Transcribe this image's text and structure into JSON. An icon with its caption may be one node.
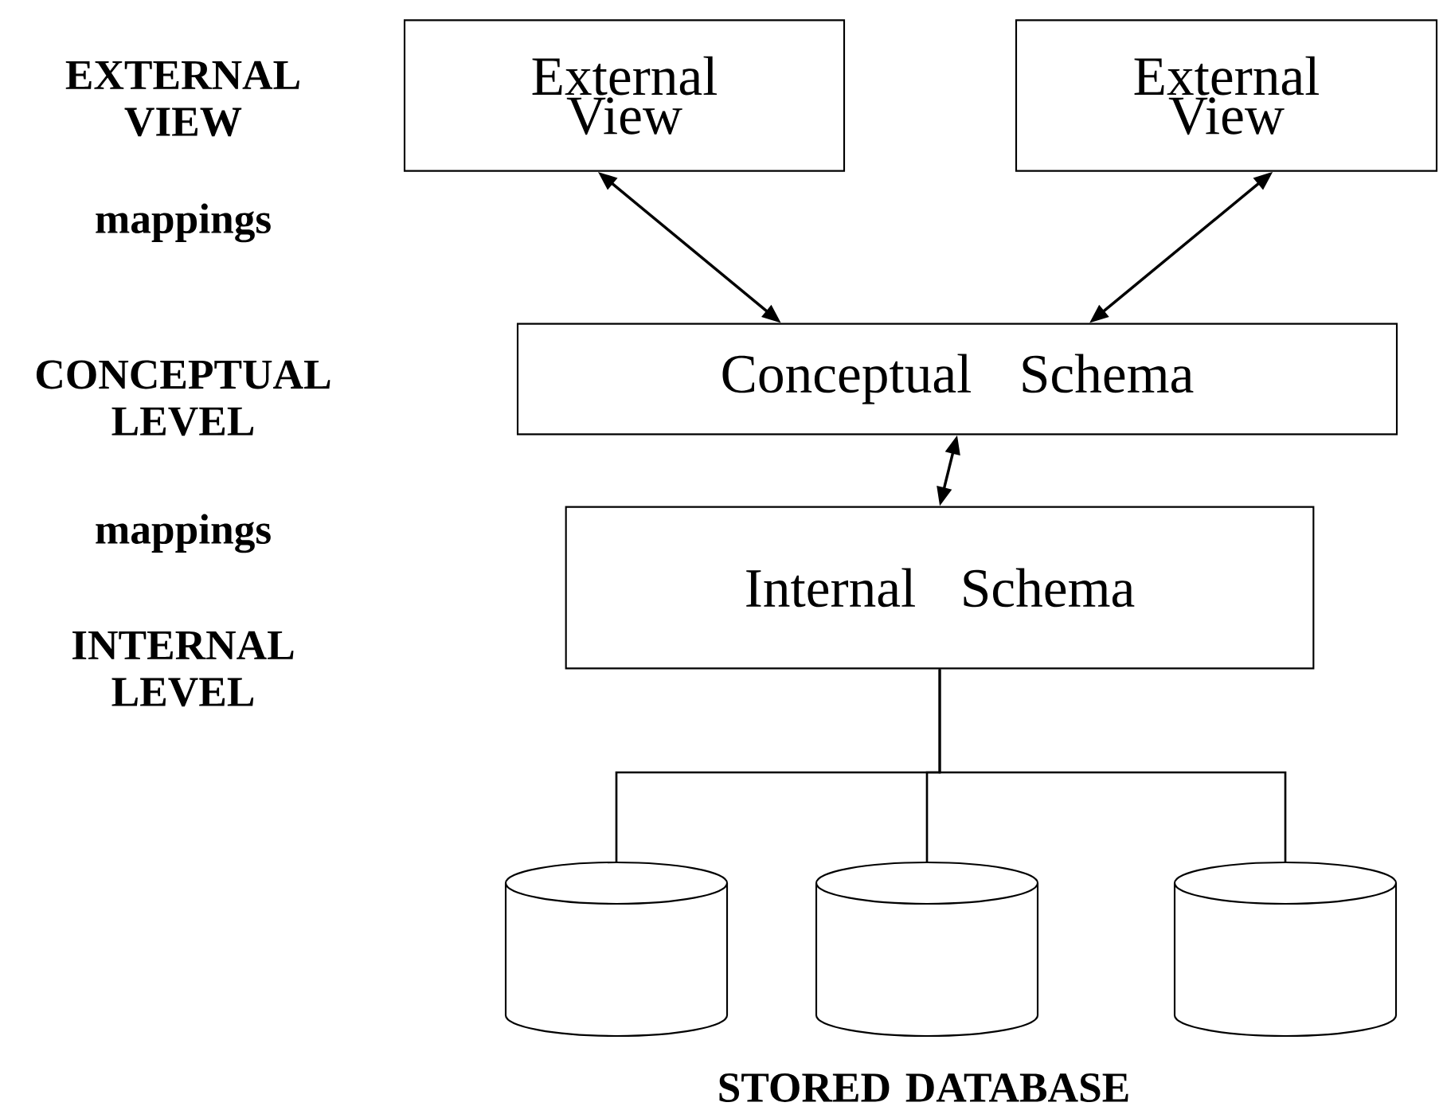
{
  "diagram": {
    "nodes": [
      {
        "text": [
          "External View"
        ]
      },
      {
        "text": [
          "External View"
        ]
      },
      {
        "text": [
          "Conceptual Schema"
        ]
      },
      {
        "text": [
          "Internal Schema"
        ]
      },
      {
        "text": [],
        "shape": "cylinder"
      },
      {
        "text": [],
        "shape": "cylinder"
      },
      {
        "text": [],
        "shape": "cylinder"
      }
    ],
    "edges": [
      {
        "from": 0,
        "to": 2,
        "arrow": "both"
      },
      {
        "from": 1,
        "to": 2,
        "arrow": "both"
      },
      {
        "from": 2,
        "to": 3,
        "arrow": "both"
      },
      {
        "from": 3,
        "to": 4,
        "arrow": "none"
      },
      {
        "from": 3,
        "to": 5,
        "arrow": "none"
      },
      {
        "from": 3,
        "to": 6,
        "arrow": "none"
      }
    ],
    "labels": [
      "EXTERNAL VIEW",
      "mappings",
      "CONCEPTUAL LEVEL",
      "mappings",
      "INTERNAL LEVEL",
      "STORED DATABASE"
    ]
  }
}
